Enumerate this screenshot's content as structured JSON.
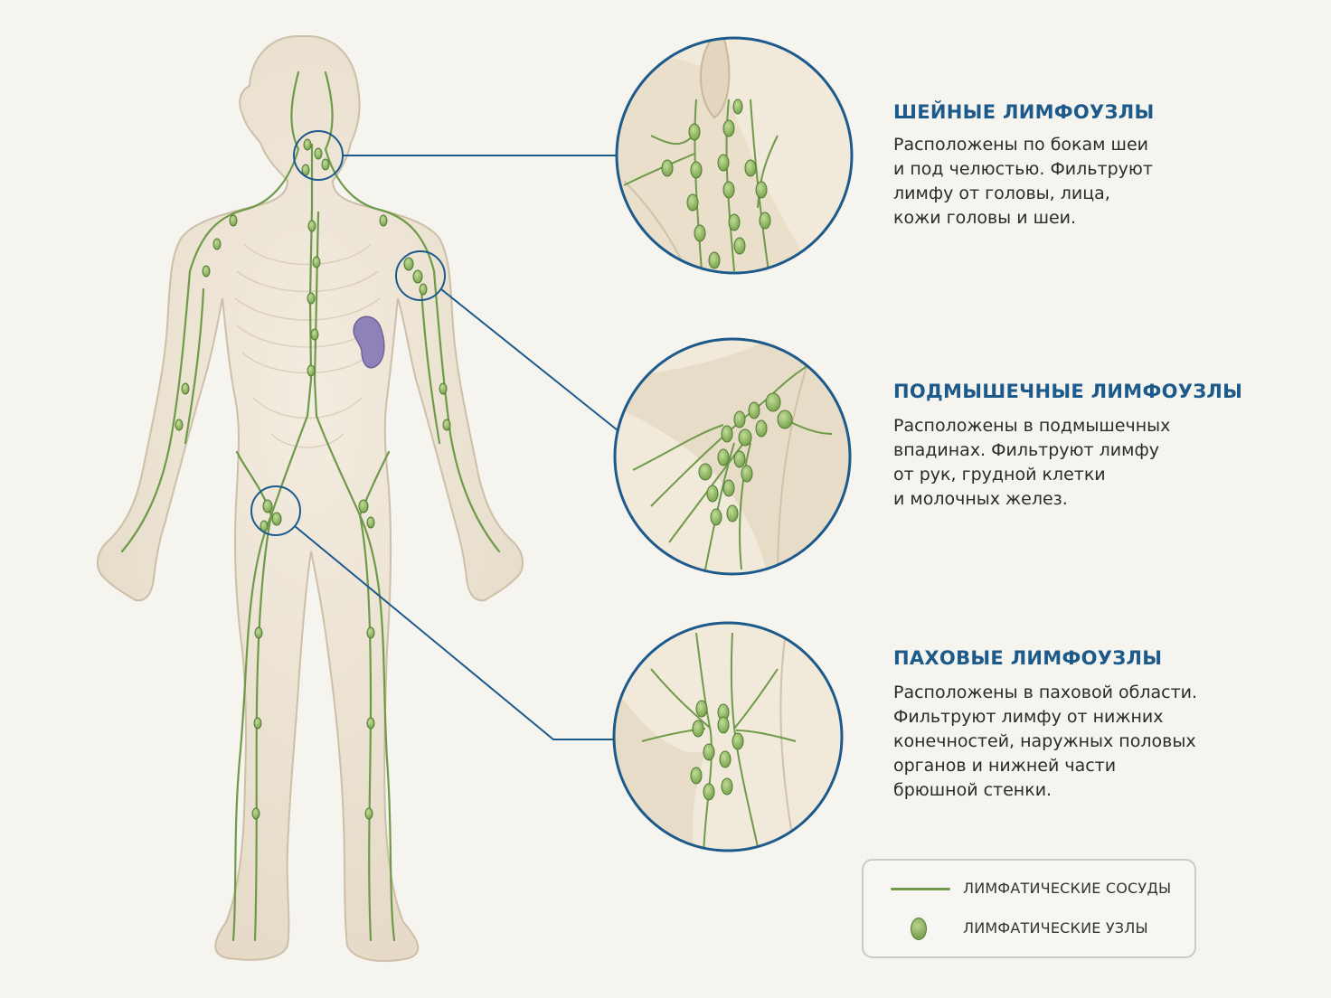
{
  "sections": [
    {
      "title": "ШЕЙНЫЕ ЛИМФОУЗЛЫ",
      "lines": [
        "Расположены по бокам шеи",
        "и под челюстью. Фильтруют",
        "лимфу от головы, лица,",
        "кожи головы и шеи."
      ]
    },
    {
      "title": "ПОДМЫШЕЧНЫЕ ЛИМФОУЗЛЫ",
      "lines": [
        "Расположены в подмышечных",
        "впадинах. Фильтруют лимфу",
        "от рук, грудной клетки",
        "и молочных желез."
      ]
    },
    {
      "title": "ПАХОВЫЕ ЛИМФОУЗЛЫ",
      "lines": [
        "Расположены в паховой области.",
        "Фильтруют лимфу от нижних",
        "конечностей, наружных половых",
        "органов и нижней части",
        "брюшной стенки."
      ]
    }
  ],
  "legend": {
    "vessels": "ЛИМФАТИЧЕСКИЕ СОСУДЫ",
    "nodes": "ЛИМФАТИЧЕСКИЕ УЗЛЫ"
  },
  "colors": {
    "skin": "#ece3d2",
    "vessel": "#6f9a4a",
    "node": "#8db35e",
    "spleen": "#8e82b8",
    "callout": "#1d5a8c",
    "title": "#1d5a8c"
  }
}
